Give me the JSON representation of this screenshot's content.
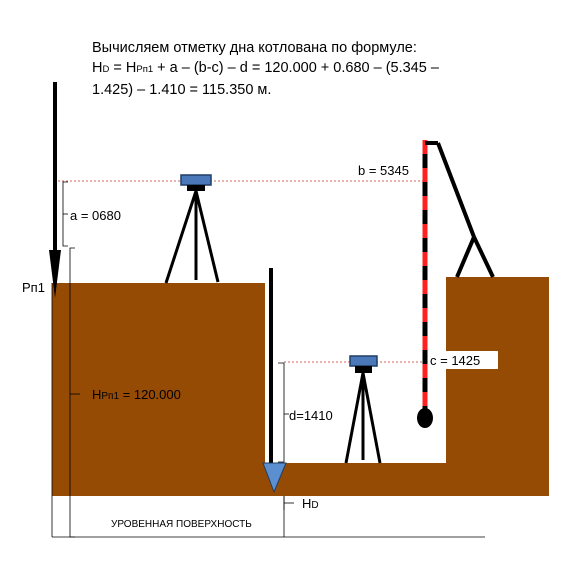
{
  "title": {
    "line1": "Вычисляем отметку дна котлована по формуле:",
    "line2_prefix": "H",
    "line2_sub_d": "D",
    "line2_eq": " = H",
    "line2_sub_rp": "Рп1",
    "line2_rest": " + a – (b-c) – d = 120.000 + 0.680 – (5.345 –",
    "line3": "1.425) – 1.410 = 115.350 м."
  },
  "labels": {
    "a": "a = 0680",
    "b": "b = 5345",
    "c": "c = 1425",
    "d": "d=1410",
    "rp1": "Рп1",
    "h_rp_prefix": "H",
    "h_rp_sub": "Рп1",
    "h_rp_value": " = 120.000",
    "hd_prefix": "H",
    "hd_sub": "D",
    "reference_surface": "УРОВЕННАЯ ПОВЕРХНОСТЬ"
  },
  "colors": {
    "soil": "#964b05",
    "rod_red": "#ff2020",
    "rod_black": "#000000",
    "instrument_blue": "#4a78b8",
    "instrument_dark": "#1f3e66",
    "sight_line": "#c83030",
    "arrow_tip": "#5b8fd0"
  }
}
